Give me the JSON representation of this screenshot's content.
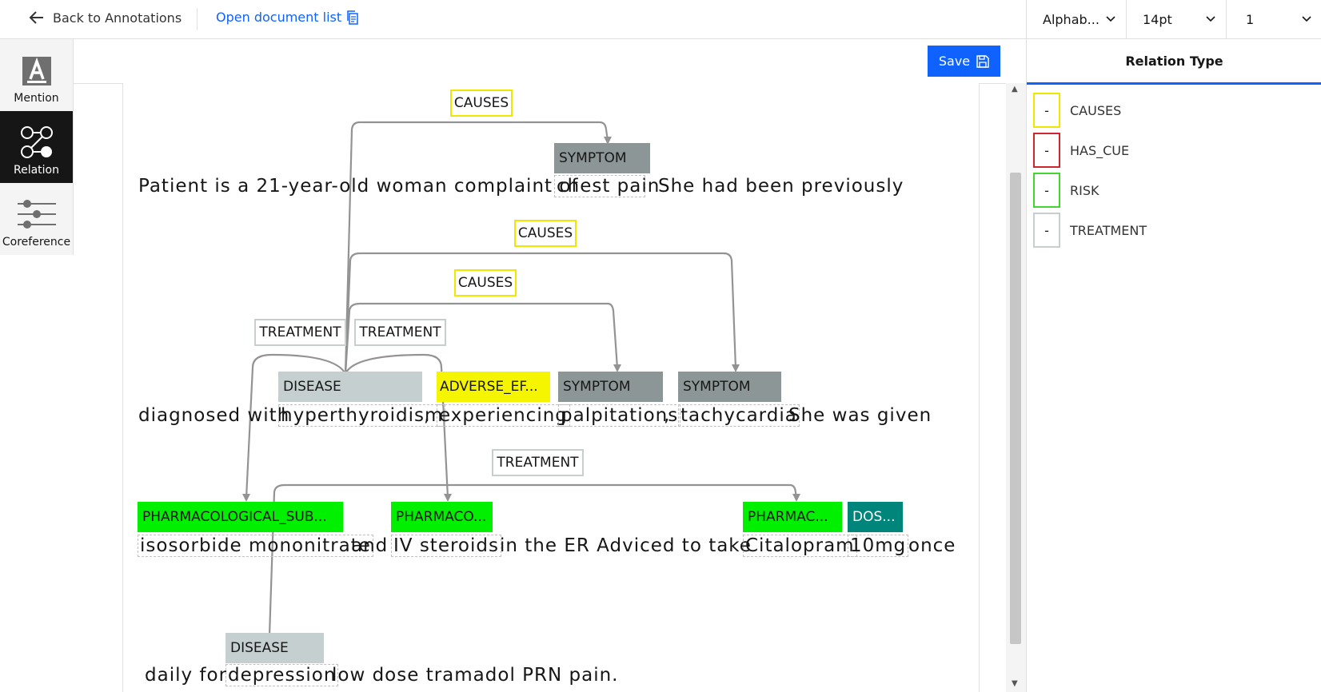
{
  "header": {
    "back_label": "Back to Annotations",
    "open_doc_label": "Open document list",
    "sort_value": "Alphab...",
    "font_size_value": "14pt",
    "line_value": "1"
  },
  "tools": [
    {
      "label": "Mention",
      "icon": "mention-icon"
    },
    {
      "label": "Relation",
      "icon": "relation-icon"
    },
    {
      "label": "Coreference",
      "icon": "coreference-icon"
    }
  ],
  "toolbar": {
    "save_label": "Save"
  },
  "relation_panel": {
    "title": "Relation Type",
    "items": [
      {
        "key": "-",
        "name": "CAUSES",
        "color": "#f0e600"
      },
      {
        "key": "-",
        "name": "HAS_CUE",
        "color": "#d0262e"
      },
      {
        "key": "-",
        "name": "RISK",
        "color": "#42d630"
      },
      {
        "key": "-",
        "name": "TREATMENT",
        "color": "#c6cfce"
      }
    ]
  },
  "document": {
    "lines": [
      {
        "text_a": "Patient is a 21-year-old woman complaint of",
        "tokens": [
          "chest pain"
        ],
        "text_b": "She had been previously"
      },
      {
        "text_a": "diagnosed with",
        "tokens": [
          "hyperthyroidism",
          "experiencing",
          "palpitations",
          "tachycardia"
        ],
        "punct": [
          ",",
          ","
        ],
        "text_b": "She was given"
      },
      {
        "tokens": [
          "isosorbide mononitrate",
          "IV steroids",
          "Citalopram",
          "10mg"
        ],
        "text_and": "and",
        "text_mid": "in the ER Adviced to take",
        "text_b": "once"
      },
      {
        "text_a": "daily for",
        "tokens": [
          "depression"
        ],
        "text_b": "low dose tramadol PRN pain."
      }
    ],
    "entities": {
      "symptom1": "SYMPTOM",
      "disease1": "DISEASE",
      "adverse": "ADVERSE_EF...",
      "symptom2": "SYMPTOM",
      "symptom3": "SYMPTOM",
      "pharm1": "PHARMACOLOGICAL_SUB...",
      "pharm2": "PHARMACO...",
      "pharm3": "PHARMAC...",
      "dos": "DOS...",
      "disease2": "DISEASE"
    },
    "relations": {
      "causes1": "CAUSES",
      "causes2": "CAUSES",
      "causes3": "CAUSES",
      "treat1": "TREATMENT",
      "treat2": "TREATMENT",
      "treat3": "TREATMENT"
    }
  },
  "colors": {
    "symptom": "#8d9696",
    "disease": "#c6cfcf",
    "adverse": "#f5f500",
    "pharm": "#00f000",
    "dosage": "#00857a",
    "causes_border": "#f0e600",
    "treatment_border": "#c6cfce",
    "arc": "#939393",
    "primary": "#0f62fe"
  }
}
